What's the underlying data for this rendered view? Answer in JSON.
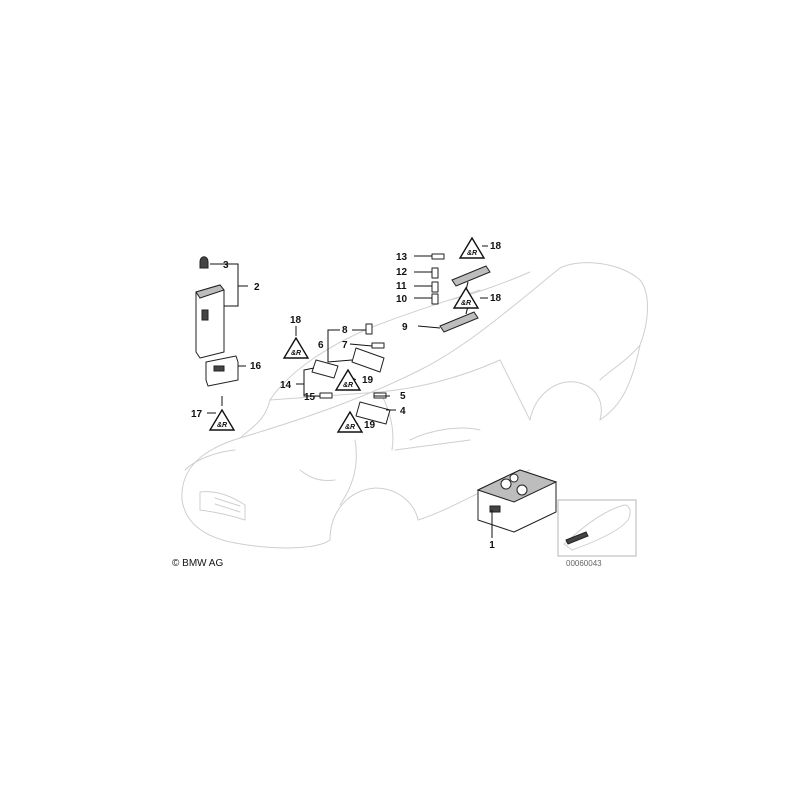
{
  "callouts": [
    {
      "id": "c1",
      "label": "1"
    },
    {
      "id": "c2",
      "label": "2"
    },
    {
      "id": "c3",
      "label": "3"
    },
    {
      "id": "c4",
      "label": "4"
    },
    {
      "id": "c5",
      "label": "5"
    },
    {
      "id": "c6",
      "label": "6"
    },
    {
      "id": "c7",
      "label": "7"
    },
    {
      "id": "c8",
      "label": "8"
    },
    {
      "id": "c9",
      "label": "9"
    },
    {
      "id": "c10",
      "label": "10"
    },
    {
      "id": "c11",
      "label": "11"
    },
    {
      "id": "c12",
      "label": "12"
    },
    {
      "id": "c13",
      "label": "13"
    },
    {
      "id": "c14",
      "label": "14"
    },
    {
      "id": "c15",
      "label": "15"
    },
    {
      "id": "c16",
      "label": "16"
    },
    {
      "id": "c17",
      "label": "17"
    },
    {
      "id": "c18a",
      "label": "18"
    },
    {
      "id": "c18b",
      "label": "18"
    },
    {
      "id": "c18c",
      "label": "18"
    },
    {
      "id": "c19a",
      "label": "19"
    },
    {
      "id": "c19b",
      "label": "19"
    }
  ],
  "warning_symbol_text": "&R",
  "copyright": "© BMW AG",
  "reference_number": "00060043",
  "colors": {
    "outline": "#cfcfcf",
    "ink": "#111111",
    "background": "#ffffff"
  }
}
